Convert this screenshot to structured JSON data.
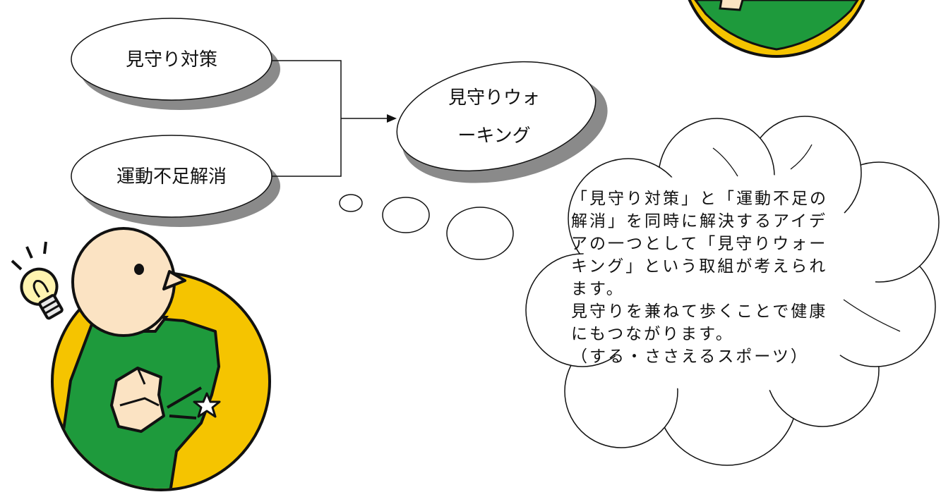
{
  "nodes": {
    "mimamori_taisaku": "見守り対策",
    "undou_busoku": "運動不足解消",
    "result_line1": "見守りウォ",
    "result_line2": "ーキング"
  },
  "thought_cloud": {
    "lines": [
      "「見守り対策」と「運動不足の",
      "解消」を同時に解決するアイデ",
      "アの一つとして「見守りウォー",
      "キング」という取組が考えられ",
      "ます。",
      "見守りを兼ねて歩くことで健康",
      "にもつながります。",
      "（する・ささえるスポーツ）"
    ]
  },
  "colors": {
    "circle_yellow": "#F5C400",
    "shirt_green": "#1E9A3C",
    "skin": "#FBE3C3",
    "shadow_gray": "#8A8A8A",
    "outline": "#111111"
  },
  "icons": [
    "lightbulb-icon",
    "star-icon"
  ]
}
